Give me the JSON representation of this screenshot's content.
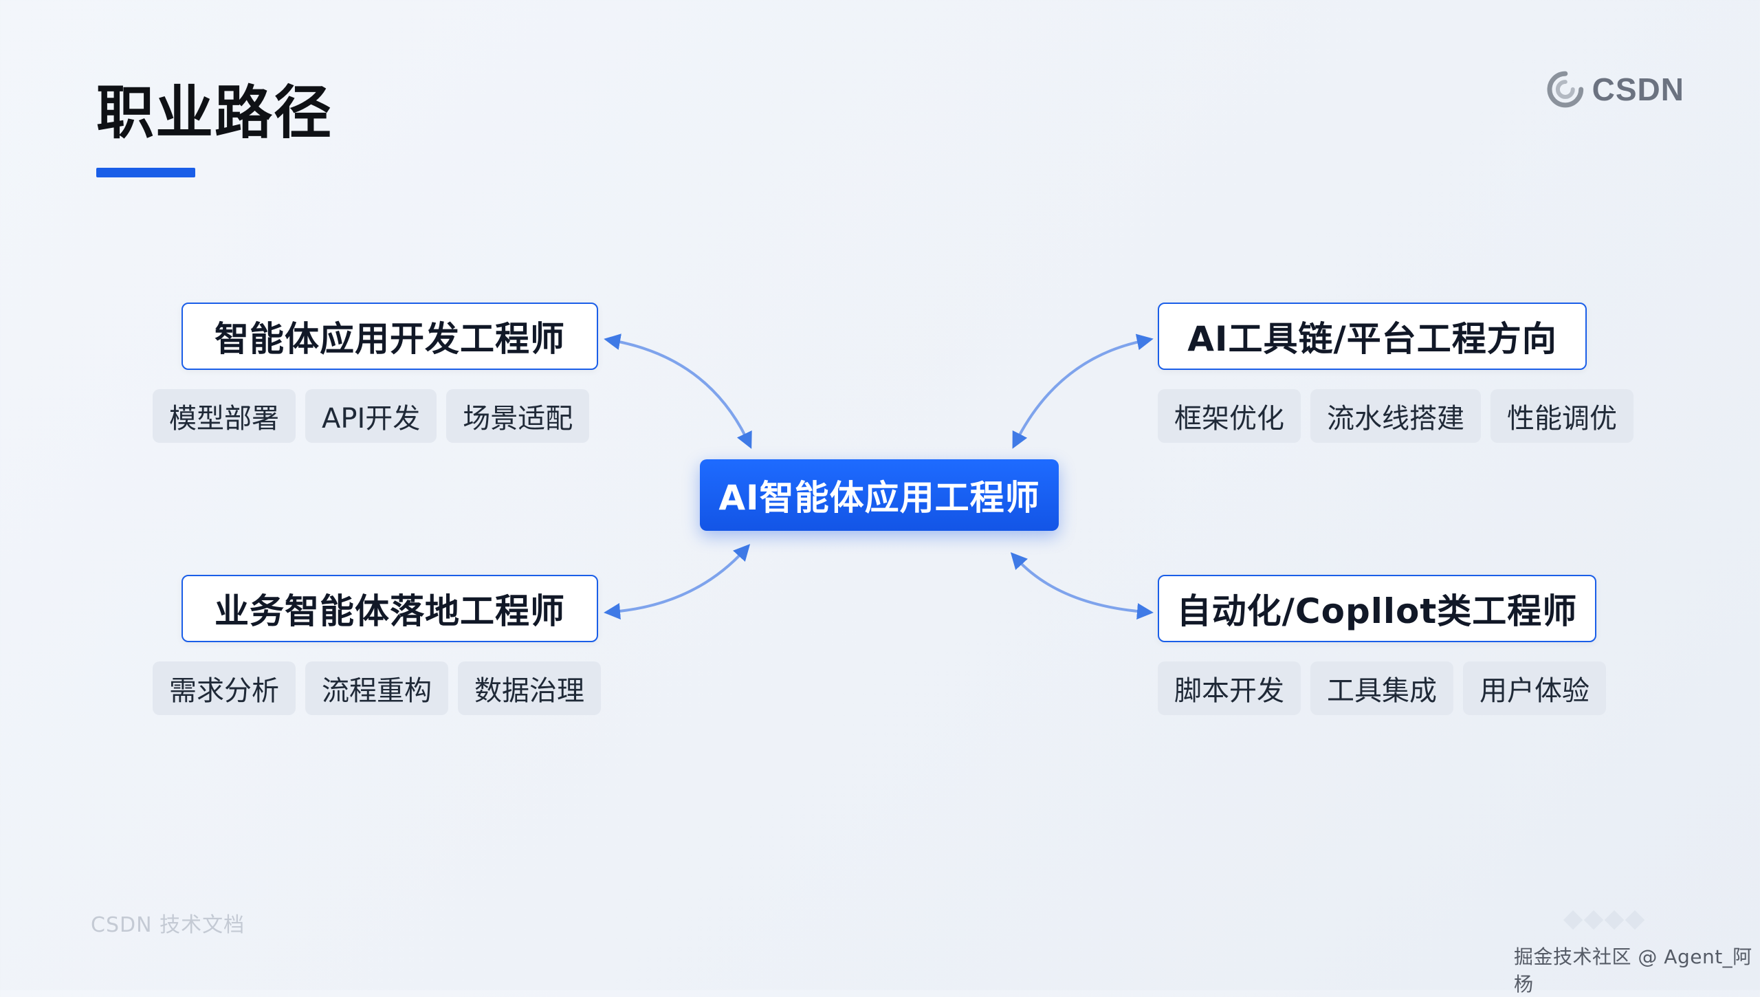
{
  "title": "职业路径",
  "logo": {
    "text": "CSDN"
  },
  "center": {
    "label": "AI智能体应用工程师"
  },
  "roles": {
    "tl": {
      "label": "智能体应用开发工程师",
      "tags": [
        "模型部署",
        "API开发",
        "场景适配"
      ]
    },
    "tr": {
      "label": "AI工具链/平台工程方向",
      "tags": [
        "框架优化",
        "流水线搭建",
        "性能调优"
      ]
    },
    "bl": {
      "label": "业务智能体落地工程师",
      "tags": [
        "需求分析",
        "流程重构",
        "数据治理"
      ]
    },
    "br": {
      "label": "自动化/Copllot类工程师",
      "tags": [
        "脚本开发",
        "工具集成",
        "用户体验"
      ]
    }
  },
  "footer": {
    "watermark": "CSDN 技术文档",
    "credit": "掘金技术社区 @ Agent_阿杨"
  },
  "colors": {
    "accent": "#1a5ee8",
    "arrow": "#5a8df0",
    "tag_bg": "#e3e8f0",
    "muted": "#6b7280"
  }
}
